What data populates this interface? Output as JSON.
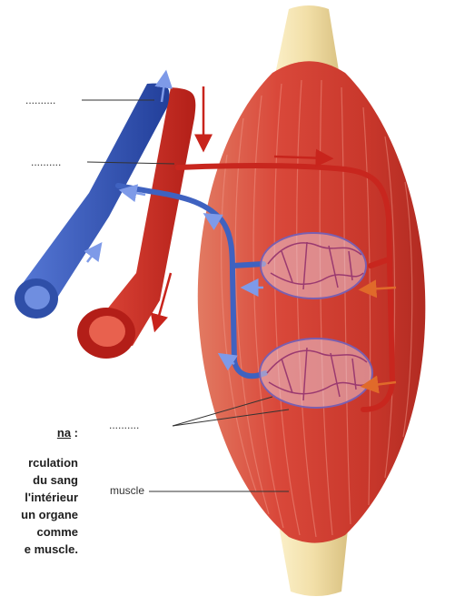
{
  "labels": {
    "vein_blank": "..........",
    "artery_blank": "..........",
    "capillaries_blank": "..........",
    "muscle": "muscle"
  },
  "caption": {
    "title_fragment": "na",
    "title_colon": " :",
    "lines": [
      "rculation",
      "du sang",
      "l'intérieur",
      "un organe",
      "comme",
      "e muscle."
    ]
  },
  "colors": {
    "artery": "#d42d24",
    "vein": "#3556b8",
    "muscle": "#d9483a",
    "tendon": "#f2dfa8",
    "leader_line": "#333333"
  },
  "icons": [
    "blood-flow-arrow-icon"
  ]
}
